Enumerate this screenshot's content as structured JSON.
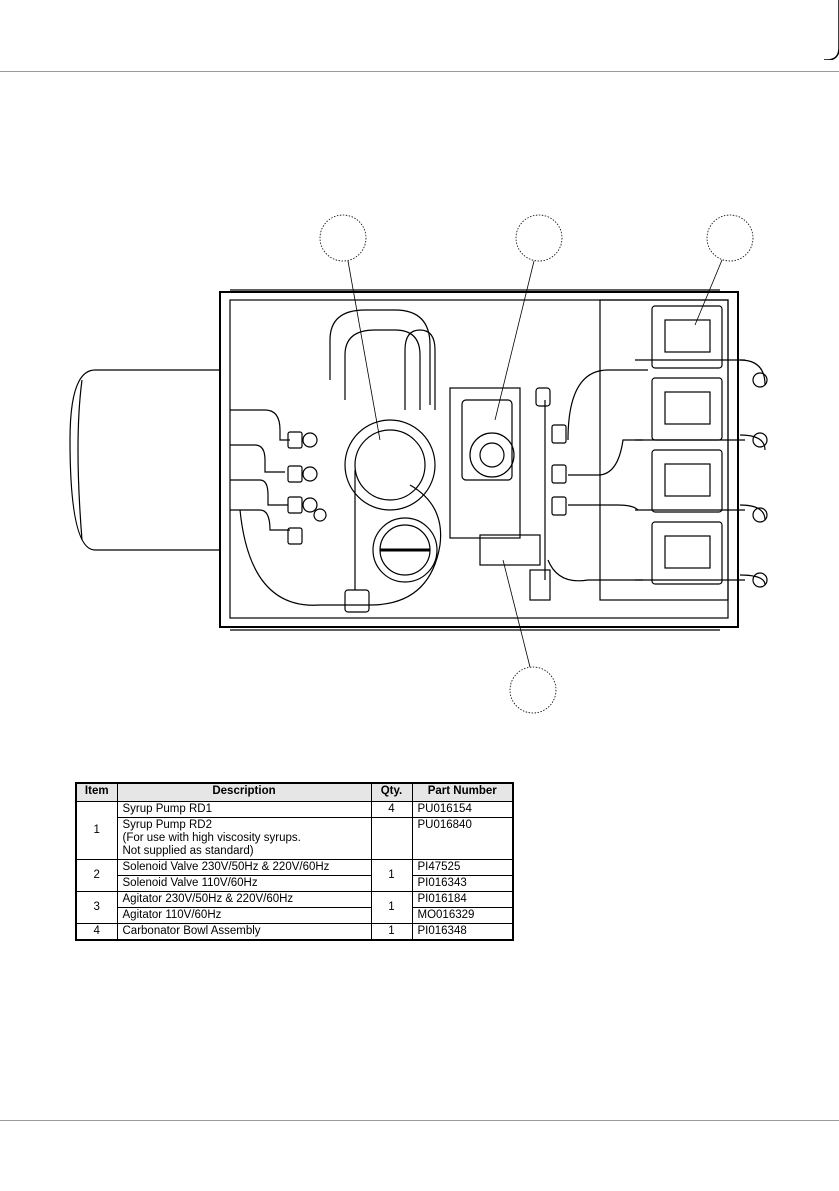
{
  "table": {
    "headers": [
      "Item",
      "Description",
      "Qty.",
      "Part Number"
    ],
    "rows": [
      {
        "item": "1",
        "description": "Syrup Pump RD1",
        "qty": "4",
        "part": "PU016154"
      },
      {
        "description": "Syrup Pump RD2\n(For use with high viscosity syrups.\n Not supplied as standard)",
        "part": "PU016840"
      },
      {
        "item": "2",
        "description": "Solenoid Valve 230V/50Hz & 220V/60Hz",
        "qty": "1",
        "part": "PI47525"
      },
      {
        "description": "Solenoid Valve 110V/60Hz",
        "part": "PI016343"
      },
      {
        "item": "3",
        "description": "Agitator 230V/50Hz & 220V/60Hz",
        "qty": "1",
        "part": "PI016184"
      },
      {
        "description": "Agitator 110V/60Hz",
        "part": "MO016329"
      },
      {
        "item": "4",
        "description": "Carbonator Bowl Assembly",
        "qty": "1",
        "part": "PI016348"
      }
    ]
  },
  "colors": {
    "line": "#000000",
    "rule": "#9a9a9a",
    "header_bg": "#e6e6e6"
  }
}
